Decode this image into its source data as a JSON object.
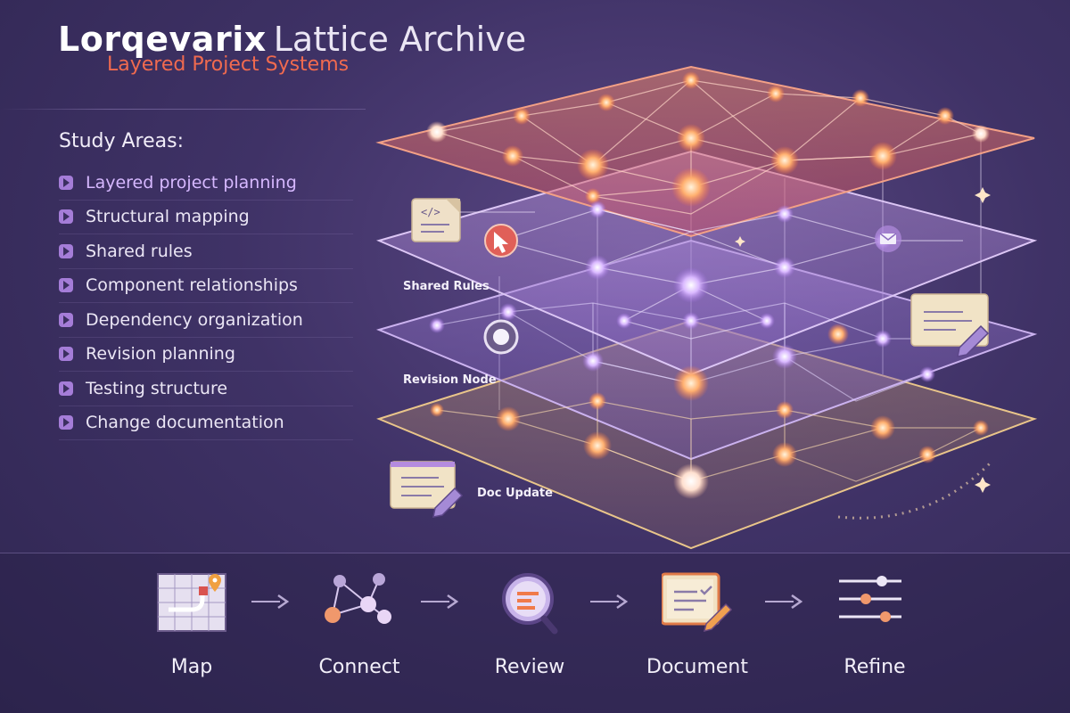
{
  "header": {
    "brand": "Lorqevarix",
    "title_rest": "Lattice Archive",
    "subtitle": "Layered Project Systems"
  },
  "study": {
    "heading": "Study Areas:",
    "items": [
      {
        "label": "Layered project planning",
        "active": true
      },
      {
        "label": "Structural mapping",
        "active": false
      },
      {
        "label": "Shared rules",
        "active": false
      },
      {
        "label": "Component relationships",
        "active": false
      },
      {
        "label": "Dependency organization",
        "active": false
      },
      {
        "label": "Revision planning",
        "active": false
      },
      {
        "label": "Testing structure",
        "active": false
      },
      {
        "label": "Change documentation",
        "active": false
      }
    ]
  },
  "diagram": {
    "labels": {
      "shared_rules": "Shared Rules",
      "revision_node": "Revision Node",
      "doc_update": "Doc Update"
    }
  },
  "workflow": {
    "steps": [
      {
        "label": "Map",
        "icon": "map-grid-icon"
      },
      {
        "label": "Connect",
        "icon": "network-nodes-icon"
      },
      {
        "label": "Review",
        "icon": "magnifier-icon"
      },
      {
        "label": "Document",
        "icon": "document-pencil-icon"
      },
      {
        "label": "Refine",
        "icon": "sliders-icon"
      }
    ]
  },
  "colors": {
    "accent_orange": "#f06a4f",
    "accent_purple": "#a57dd8",
    "background": "#3f3266"
  }
}
